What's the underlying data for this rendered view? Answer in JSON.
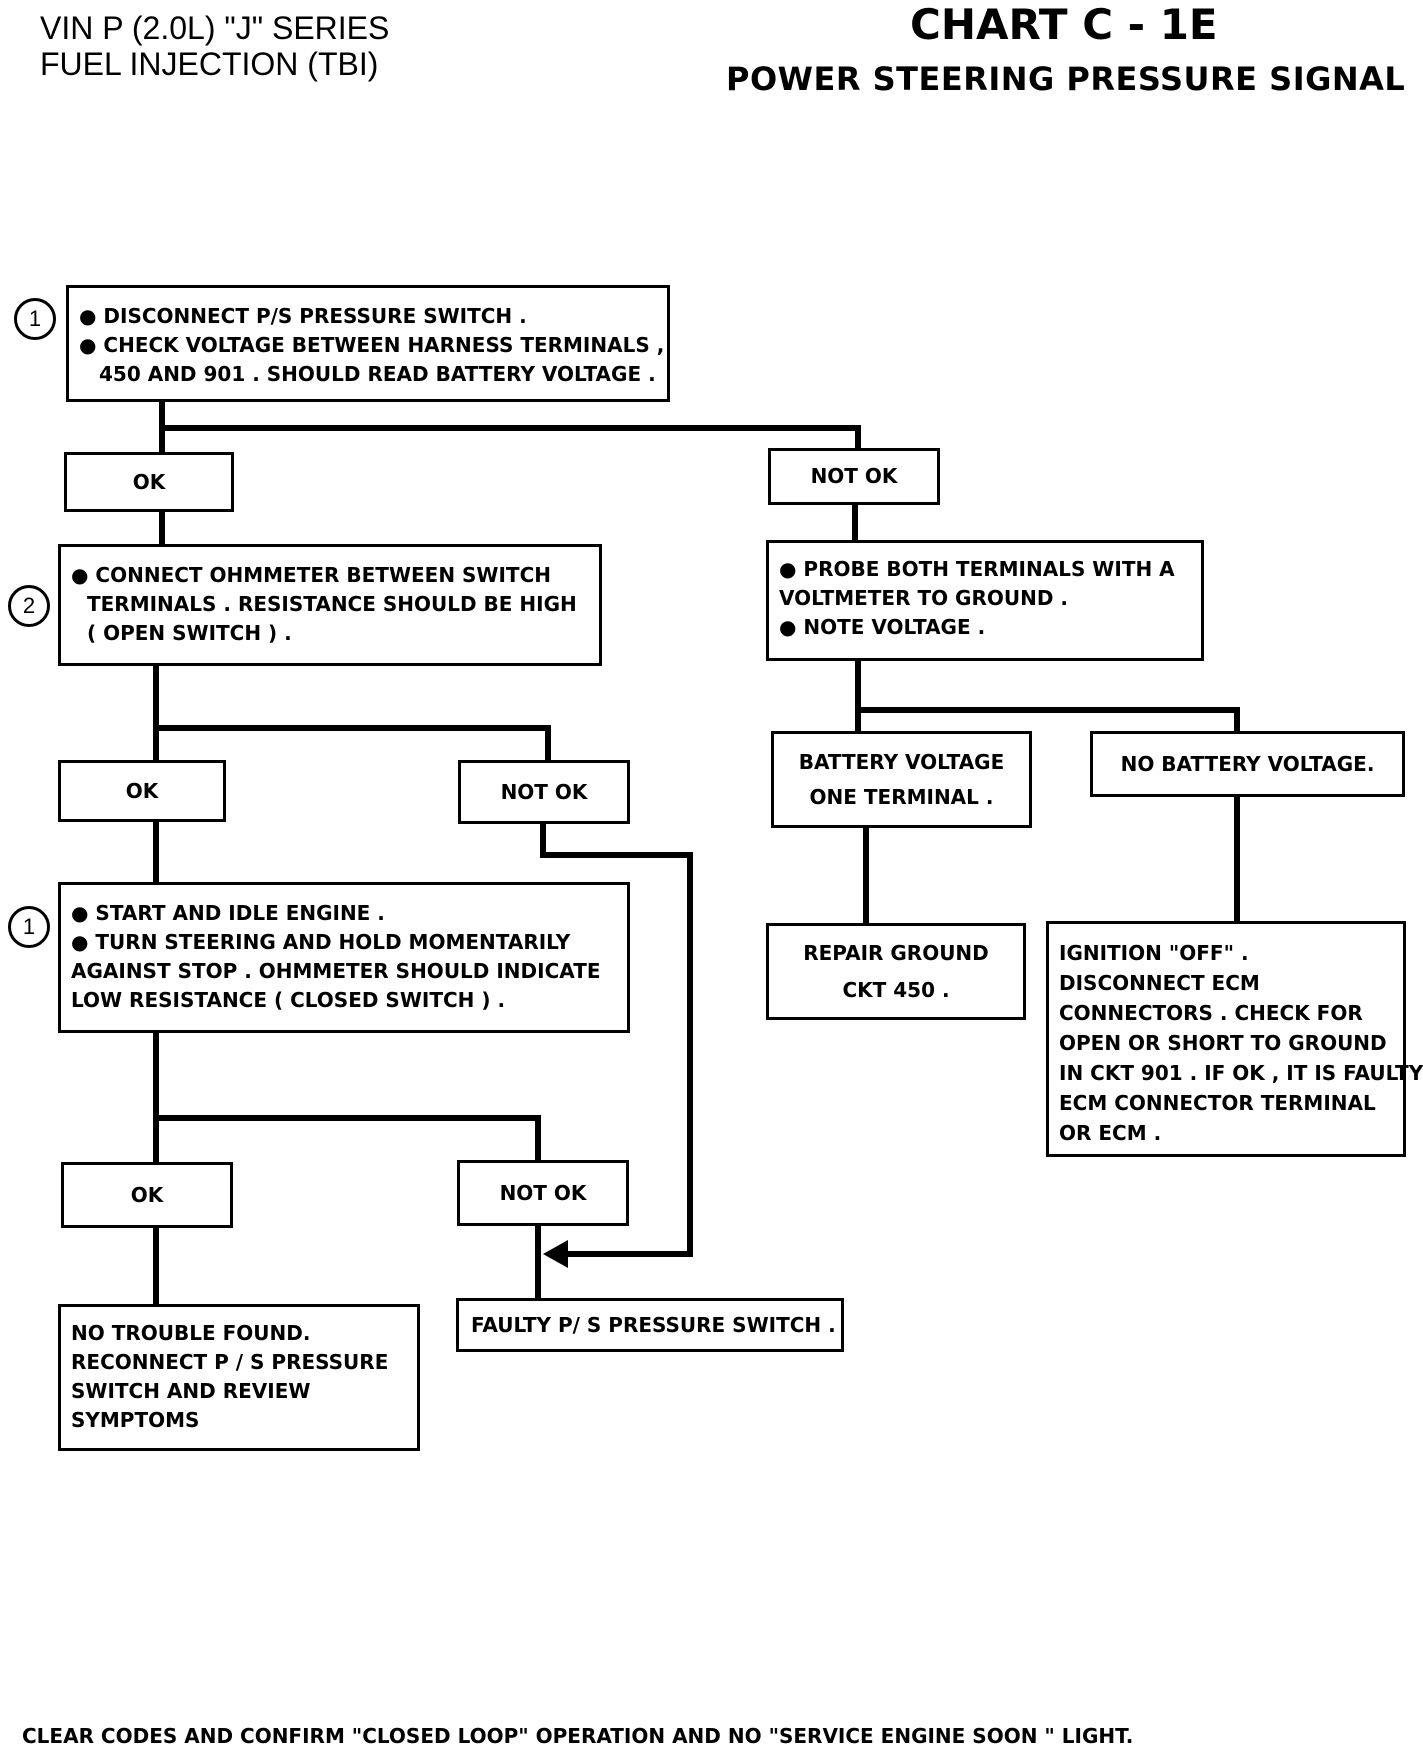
{
  "header": {
    "left_line1": "VIN P (2.0L) \"J\" SERIES",
    "left_line2": "FUEL INJECTION (TBI)",
    "chart_title": "CHART C - 1E",
    "chart_subtitle": "POWER STEERING PRESSURE SIGNAL"
  },
  "steps": {
    "step1_top": "1",
    "step2": "2",
    "step1_bottom": "1"
  },
  "boxes": {
    "step1_box": {
      "line1": "● DISCONNECT P/S PRESSURE SWITCH .",
      "line2": "● CHECK VOLTAGE BETWEEN HARNESS TERMINALS ,",
      "line3": "450 AND 901 . SHOULD READ BATTERY VOLTAGE ."
    },
    "ok_1": "OK",
    "not_ok_1": "NOT OK",
    "step2_box": {
      "line1": "● CONNECT OHMMETER BETWEEN SWITCH",
      "line2": "TERMINALS . RESISTANCE SHOULD BE HIGH",
      "line3": "( OPEN SWITCH ) ."
    },
    "probe_box": {
      "line1": "● PROBE BOTH TERMINALS WITH A",
      "line2": "VOLTMETER TO GROUND .",
      "line3": "● NOTE VOLTAGE ."
    },
    "ok_2": "OK",
    "not_ok_2": "NOT OK",
    "battery_one_terminal": {
      "line1": "BATTERY VOLTAGE",
      "line2": "ONE TERMINAL ."
    },
    "no_battery_voltage": "NO BATTERY VOLTAGE.",
    "step3_box": {
      "line1": "● START AND IDLE ENGINE .",
      "line2": "● TURN STEERING AND HOLD MOMENTARILY",
      "line3": "AGAINST STOP . OHMMETER SHOULD INDICATE",
      "line4": "LOW RESISTANCE  ( CLOSED SWITCH ) ."
    },
    "repair_ground": {
      "line1": "REPAIR GROUND",
      "line2": "CKT 450 ."
    },
    "ignition_off": {
      "line1": "IGNITION \"OFF\" .",
      "line2": "DISCONNECT  ECM",
      "line3": "CONNECTORS . CHECK FOR",
      "line4": "OPEN OR SHORT TO GROUND",
      "line5": "IN CKT 901 . IF OK , IT IS FAULTY",
      "line6": "ECM CONNECTOR TERMINAL",
      "line7": "OR ECM ."
    },
    "ok_3": "OK",
    "not_ok_3": "NOT OK",
    "no_trouble": {
      "line1": "NO TROUBLE FOUND.",
      "line2": "RECONNECT P / S  PRESSURE",
      "line3": "SWITCH AND REVIEW",
      "line4": "SYMPTOMS"
    },
    "faulty_switch": "FAULTY P/ S PRESSURE SWITCH ."
  },
  "footer": "CLEAR CODES AND CONFIRM  \"CLOSED LOOP\" OPERATION AND NO \"SERVICE ENGINE SOON \" LIGHT."
}
